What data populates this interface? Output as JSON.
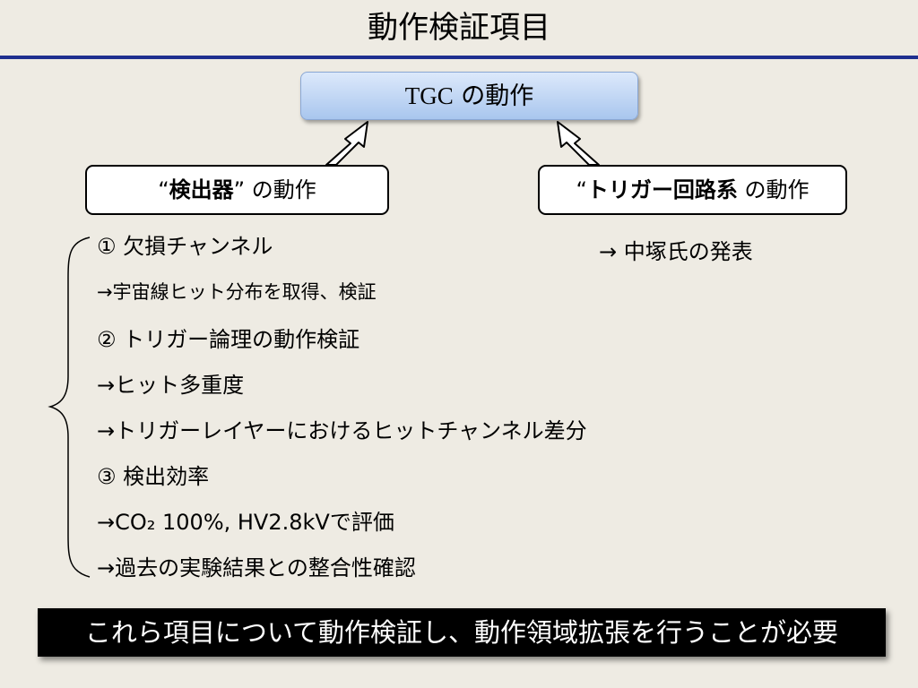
{
  "slide": {
    "title": "動作検証項目",
    "tgc_box": {
      "serif_part": "TGC",
      "rest": " の動作"
    },
    "detector_box": {
      "open_quote": "“",
      "bold": "検出器",
      "close_quote": "”",
      "rest": " の動作"
    },
    "trigger_box": {
      "open_quote": "“",
      "bold": "トリガー回路系",
      "rest": " の動作"
    },
    "items": [
      "① 欠損チャンネル",
      "→宇宙線ヒット分布を取得、検証",
      "② トリガー論理の動作検証",
      "→ヒット多重度",
      "→トリガーレイヤーにおけるヒットチャンネル差分",
      "③ 検出効率",
      "→CO₂ 100%, HV2.8kVで評価",
      "→過去の実験結果との整合性確認"
    ],
    "note": "→ 中塚氏の発表",
    "conclusion": "これら項目について動作検証し、動作領域拡張を行うことが必要"
  },
  "colors": {
    "background": "#eeebe3",
    "title_rule": "#1f2f8f",
    "tgc_gradient_top": "#dce9fb",
    "tgc_gradient_bottom": "#a9c6ee",
    "conclusion_bg": "#000000",
    "conclusion_text": "#ffffff"
  },
  "icons": [
    "arrow-up-left-icon",
    "arrow-up-right-icon",
    "left-brace-icon"
  ]
}
